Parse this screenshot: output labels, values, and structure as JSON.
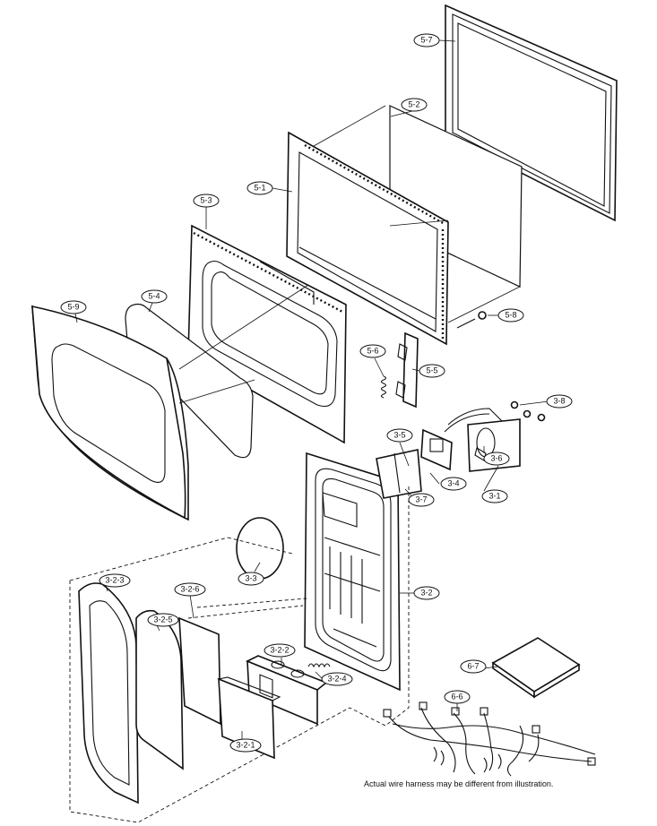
{
  "note": "Actual wire harness may be different from illustration.",
  "callouts": {
    "p57": "5-7",
    "p52": "5-2",
    "p51": "5-1",
    "p53": "5-3",
    "p54": "5-4",
    "p59": "5-9",
    "p58": "5-8",
    "p56": "5-6",
    "p55": "5-5",
    "p38": "3-8",
    "p35": "3-5",
    "p36": "3-6",
    "p34": "3-4",
    "p37": "3-7",
    "p31": "3-1",
    "p33": "3-3",
    "p32": "3-2",
    "p323": "3-2-3",
    "p326": "3-2-6",
    "p325": "3-2-5",
    "p322": "3-2-2",
    "p324": "3-2-4",
    "p321": "3-2-1",
    "p67": "6-7",
    "p66": "6-6"
  }
}
